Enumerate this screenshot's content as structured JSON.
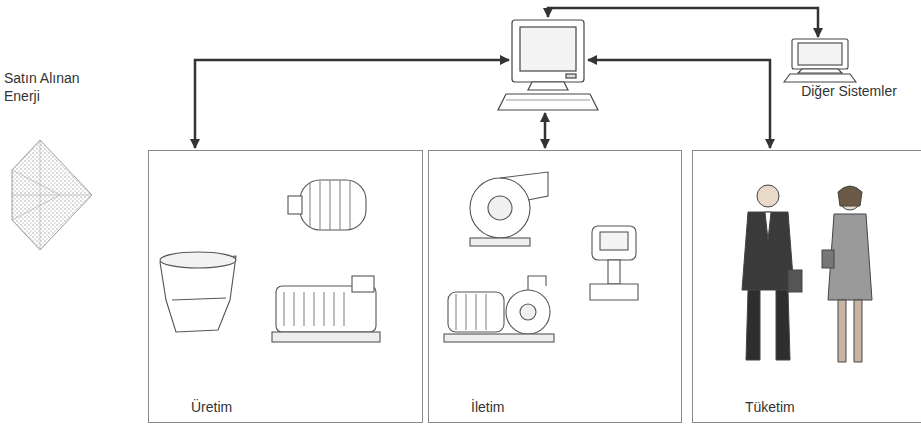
{
  "diagram": {
    "nodes": [
      {
        "text": [
          "Diğer Sistemler"
        ]
      },
      {
        "text": [
          "Üretim"
        ]
      },
      {
        "text": [
          "İletim"
        ]
      },
      {
        "text": [
          "Tüketim"
        ]
      }
    ],
    "edges": [],
    "labels": [
      "Satın Alınan Enerji"
    ]
  }
}
